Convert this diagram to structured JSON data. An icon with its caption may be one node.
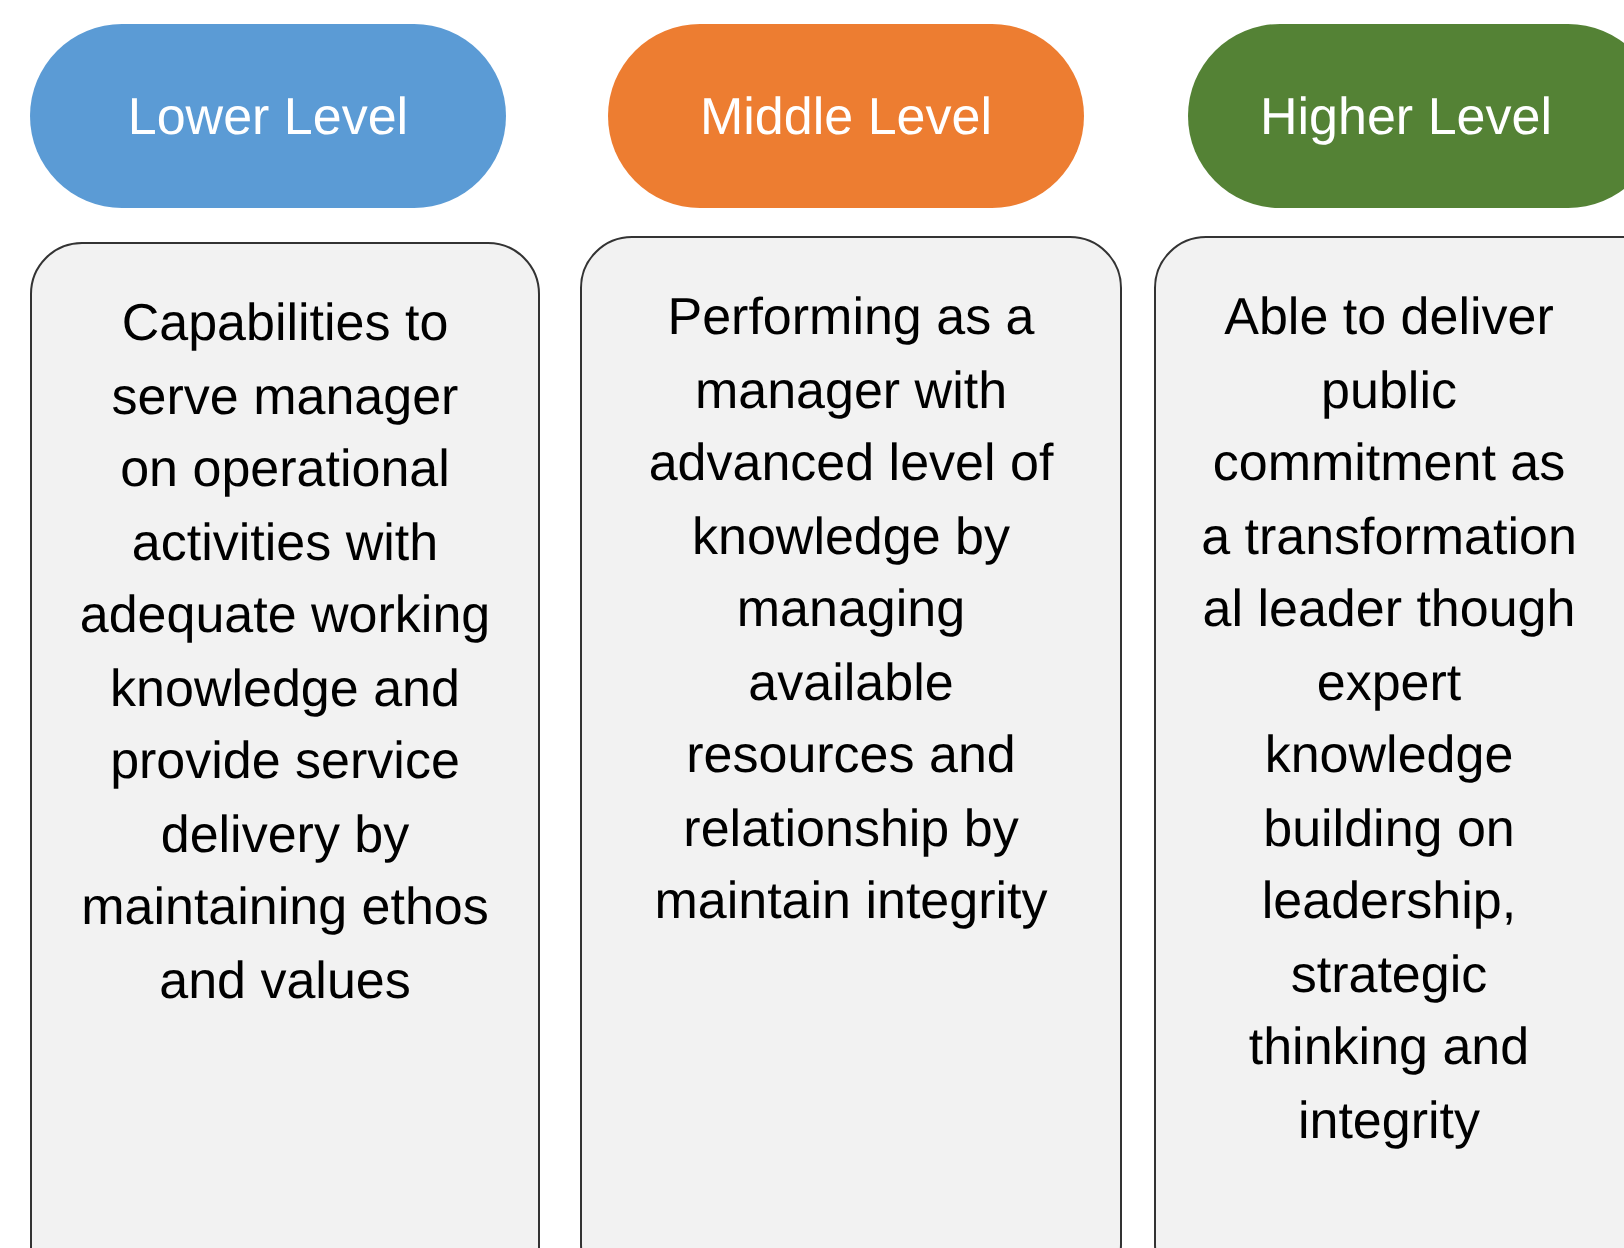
{
  "diagram": {
    "nodes": [
      {
        "text": [
          "Lower Level"
        ]
      },
      {
        "text": [
          "Middle Level"
        ]
      },
      {
        "text": [
          "Higher Level"
        ]
      },
      {
        "text": [
          "Capabilities to serve manager on operational activities with adequate working knowledge and provide service delivery by maintaining ethos and values"
        ]
      },
      {
        "text": [
          "Performing as a manager with advanced level of knowledge by managing available resources and relationship by maintain integrity"
        ]
      },
      {
        "text": [
          "Able to deliver public commitment as a transformation al leader though expert knowledge building on leadership, strategic thinking and integrity"
        ]
      }
    ]
  }
}
